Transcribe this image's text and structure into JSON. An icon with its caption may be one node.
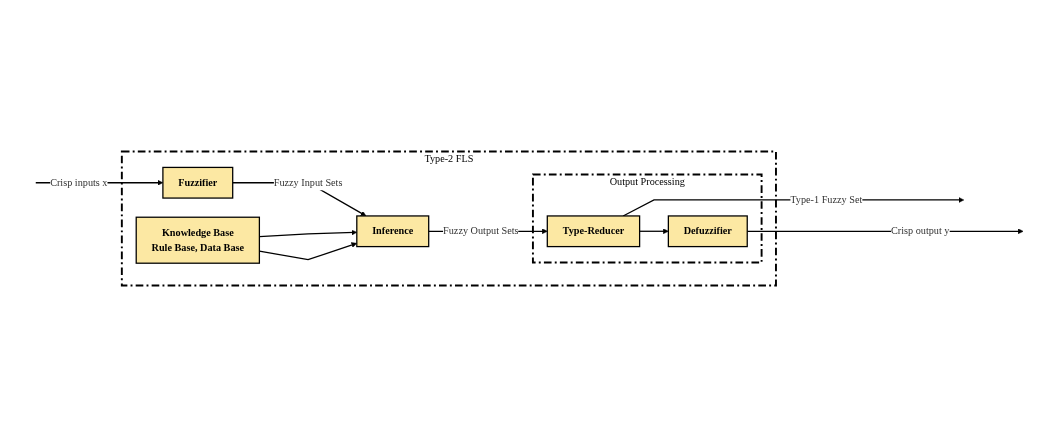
{
  "diagram": {
    "nodes": [
      {
        "text": [
          "Type-2 FLS"
        ]
      },
      {
        "text": [
          "Knowledge Base",
          "Rule Base, Data Base"
        ],
        "in": 0
      },
      {
        "text": [
          "Output Processing"
        ],
        "in": 0
      },
      {
        "text": [
          "Defuzzifier"
        ],
        "in": 2
      },
      {
        "text": [
          "Fuzzifier"
        ],
        "in": 0
      },
      {
        "text": [
          "Type-Reducer"
        ],
        "in": 2
      },
      {
        "text": [
          "Inference"
        ],
        "in": 0
      }
    ],
    "edges": [
      {
        "from": null,
        "to": 4,
        "arrow": "to",
        "label": "Crisp inputs x"
      },
      {
        "from": 4,
        "to": 6,
        "arrow": "to",
        "label": "Fuzzy Input Sets"
      },
      {
        "from": 1,
        "to": 6,
        "arrow": "to"
      },
      {
        "from": 1,
        "to": 6,
        "arrow": "to"
      },
      {
        "from": 6,
        "to": 5,
        "arrow": "to",
        "label": "Fuzzy Output Sets"
      },
      {
        "from": 5,
        "to": 3,
        "arrow": "to"
      },
      {
        "from": 3,
        "to": null,
        "arrow": "to",
        "label": "Crisp output y"
      },
      {
        "from": 5,
        "to": null,
        "arrow": "to",
        "label": "Type-1 Fuzzy Set"
      }
    ]
  }
}
